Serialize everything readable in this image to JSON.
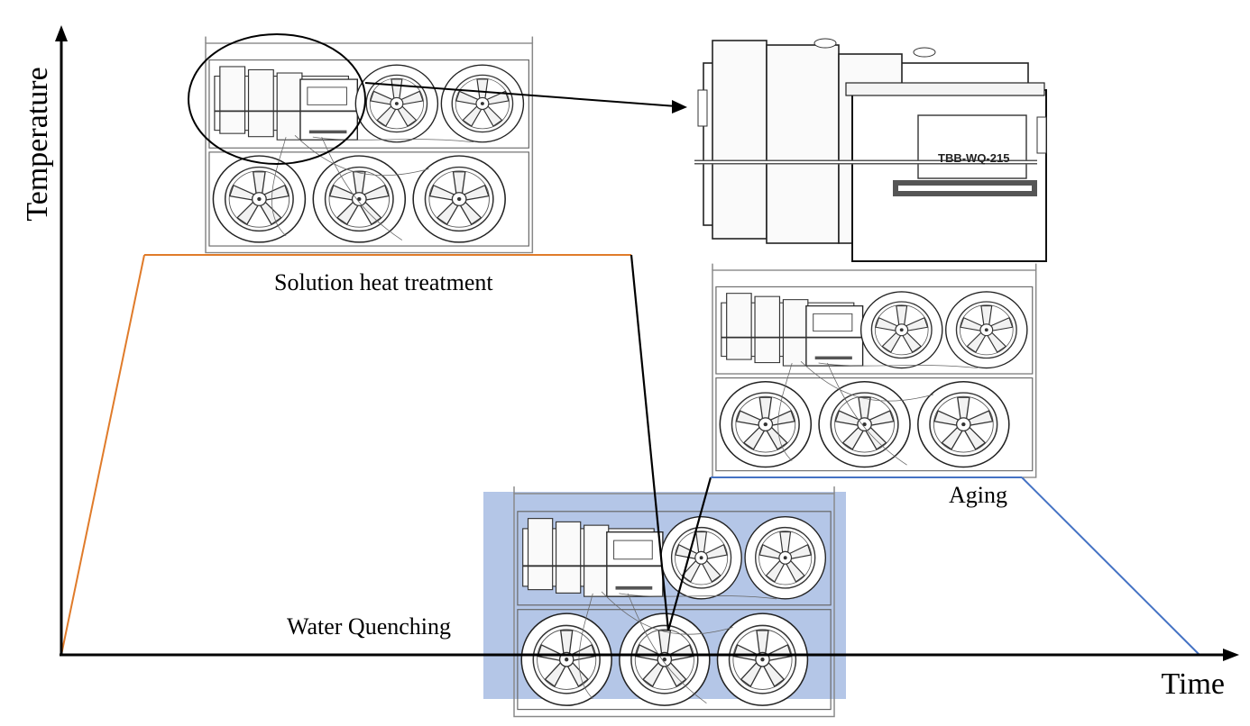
{
  "axes": {
    "y_label": "Temperature",
    "x_label": "Time"
  },
  "stages": {
    "solution": "Solution heat treatment",
    "quench": "Water Quenching",
    "aging": "Aging"
  },
  "logger_model": "TBB-WQ-215",
  "colors": {
    "heating_ramp": "#E07B2A",
    "cooling_ramp": "#4472C4",
    "quench_water": "#B4C6E7",
    "profile_line": "#000000"
  }
}
